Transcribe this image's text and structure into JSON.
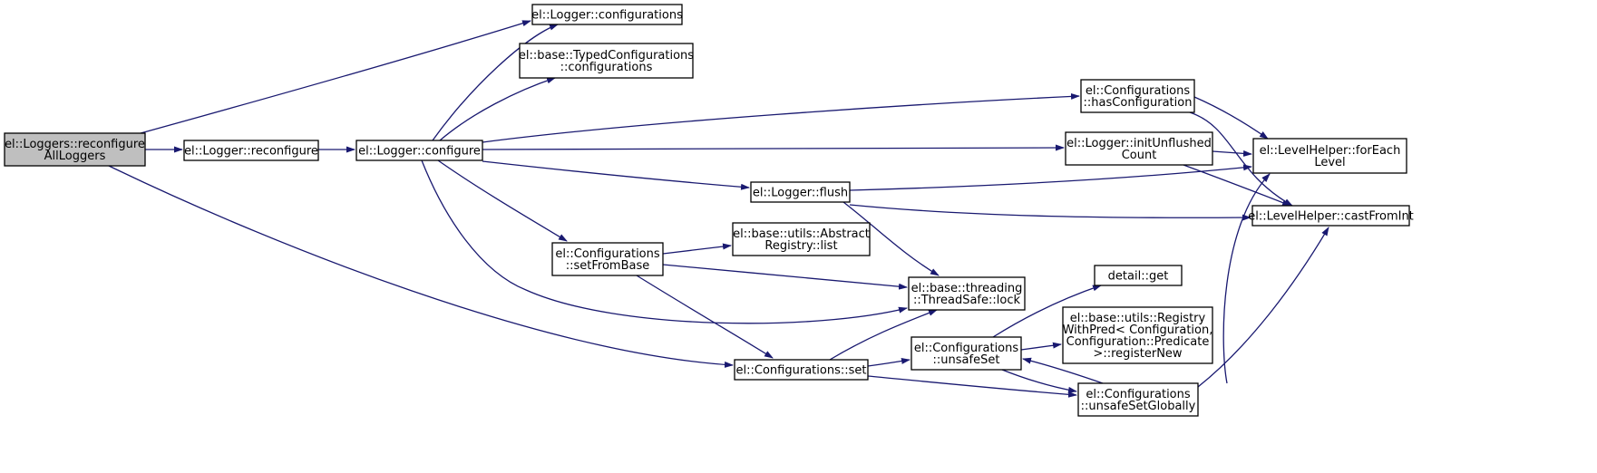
{
  "diagram": {
    "type": "call-graph",
    "colors": {
      "edge": "#191970",
      "root_fill": "#bfbfbf",
      "node_fill": "#ffffff",
      "border": "#000000"
    },
    "nodes": [
      {
        "id": "root",
        "lines": [
          "el::Loggers::reconfigure",
          "AllLoggers"
        ],
        "root": true
      },
      {
        "id": "lreconfigure",
        "lines": [
          "el::Logger::reconfigure"
        ]
      },
      {
        "id": "lconfigure",
        "lines": [
          "el::Logger::configure"
        ]
      },
      {
        "id": "lconfigs",
        "lines": [
          "el::Logger::configurations"
        ]
      },
      {
        "id": "typedconfigs",
        "lines": [
          "el::base::TypedConfigurations",
          "::configurations"
        ]
      },
      {
        "id": "setfrombase",
        "lines": [
          "el::Configurations",
          "::setFromBase"
        ]
      },
      {
        "id": "abslist",
        "lines": [
          "el::base::utils::Abstract",
          "Registry::list"
        ]
      },
      {
        "id": "flush",
        "lines": [
          "el::Logger::flush"
        ]
      },
      {
        "id": "lock",
        "lines": [
          "el::base::threading",
          "::ThreadSafe::lock"
        ]
      },
      {
        "id": "cset",
        "lines": [
          "el::Configurations::set"
        ]
      },
      {
        "id": "unsafeset",
        "lines": [
          "el::Configurations",
          "::unsafeSet"
        ]
      },
      {
        "id": "detailget",
        "lines": [
          "detail::get"
        ]
      },
      {
        "id": "registernew",
        "lines": [
          "el::base::utils::Registry",
          "WithPred< Configuration,",
          "Configuration::Predicate",
          ">::registerNew"
        ]
      },
      {
        "id": "unsafesetglobally",
        "lines": [
          "el::Configurations",
          "::unsafeSetGlobally"
        ]
      },
      {
        "id": "hasconfig",
        "lines": [
          "el::Configurations",
          "::hasConfiguration"
        ]
      },
      {
        "id": "initunflushed",
        "lines": [
          "el::Logger::initUnflushed",
          "Count"
        ]
      },
      {
        "id": "foreachlevel",
        "lines": [
          "el::LevelHelper::forEach",
          "Level"
        ]
      },
      {
        "id": "castfromint",
        "lines": [
          "el::LevelHelper::castFromInt"
        ]
      }
    ],
    "edges": [
      {
        "from": "root",
        "to": "lreconfigure"
      },
      {
        "from": "root",
        "to": "lconfigs"
      },
      {
        "from": "root",
        "to": "cset"
      },
      {
        "from": "lreconfigure",
        "to": "lconfigure"
      },
      {
        "from": "lconfigure",
        "to": "lconfigs"
      },
      {
        "from": "lconfigure",
        "to": "typedconfigs"
      },
      {
        "from": "lconfigure",
        "to": "hasconfig"
      },
      {
        "from": "lconfigure",
        "to": "initunflushed"
      },
      {
        "from": "lconfigure",
        "to": "flush"
      },
      {
        "from": "lconfigure",
        "to": "setfrombase"
      },
      {
        "from": "lconfigure",
        "to": "lock"
      },
      {
        "from": "setfrombase",
        "to": "abslist"
      },
      {
        "from": "setfrombase",
        "to": "lock"
      },
      {
        "from": "setfrombase",
        "to": "cset"
      },
      {
        "from": "flush",
        "to": "foreachlevel"
      },
      {
        "from": "flush",
        "to": "castfromint"
      },
      {
        "from": "flush",
        "to": "lock"
      },
      {
        "from": "cset",
        "to": "lock"
      },
      {
        "from": "cset",
        "to": "unsafeset"
      },
      {
        "from": "cset",
        "to": "unsafesetglobally"
      },
      {
        "from": "unsafeset",
        "to": "detailget"
      },
      {
        "from": "unsafeset",
        "to": "registernew"
      },
      {
        "from": "unsafeset",
        "to": "unsafesetglobally"
      },
      {
        "from": "unsafesetglobally",
        "to": "unsafeset"
      },
      {
        "from": "unsafesetglobally",
        "to": "foreachlevel"
      },
      {
        "from": "unsafesetglobally",
        "to": "castfromint"
      },
      {
        "from": "hasconfig",
        "to": "foreachlevel"
      },
      {
        "from": "hasconfig",
        "to": "castfromint"
      },
      {
        "from": "initunflushed",
        "to": "foreachlevel"
      },
      {
        "from": "initunflushed",
        "to": "castfromint"
      }
    ]
  }
}
